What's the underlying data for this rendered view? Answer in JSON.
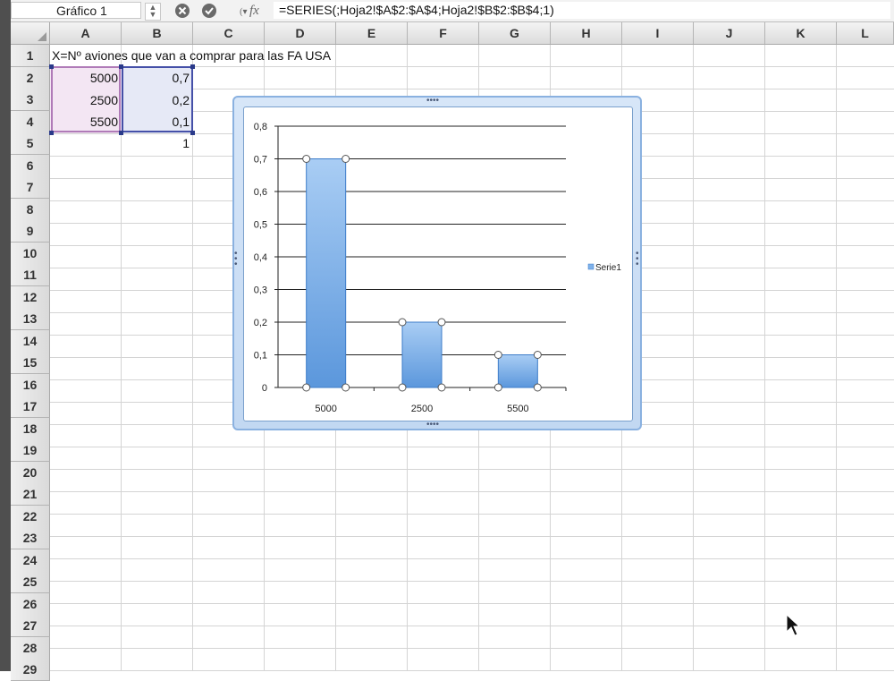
{
  "formula_bar": {
    "name_box": "Gráfico 1",
    "fx_label": "fx",
    "formula": "=SERIES(;Hoja2!$A$2:$A$4;Hoja2!$B$2:$B$4;1)"
  },
  "columns": [
    "A",
    "B",
    "C",
    "D",
    "E",
    "F",
    "G",
    "H",
    "I",
    "J",
    "K",
    "L"
  ],
  "rows": [
    "1",
    "2",
    "3",
    "4",
    "5",
    "6",
    "7",
    "8",
    "9",
    "10",
    "11",
    "12",
    "13",
    "14",
    "15",
    "16",
    "17",
    "18",
    "19",
    "20",
    "21",
    "22",
    "23",
    "24",
    "25",
    "26",
    "27",
    "28",
    "29"
  ],
  "cells": {
    "A1": "X=Nº aviones que van a comprar para las FA USA",
    "A2": "5000",
    "B2": "0,7",
    "A3": "2500",
    "B3": "0,2",
    "A4": "5500",
    "B4": "0,1",
    "B5": "1"
  },
  "chart_data": {
    "type": "bar",
    "categories": [
      "5000",
      "2500",
      "5500"
    ],
    "series": [
      {
        "name": "Serie1",
        "values": [
          0.7,
          0.2,
          0.1
        ]
      }
    ],
    "ylim": [
      0,
      0.8
    ],
    "yticks": [
      "0",
      "0,1",
      "0,2",
      "0,3",
      "0,4",
      "0,5",
      "0,6",
      "0,7",
      "0,8"
    ],
    "legend_position": "right",
    "grid": true,
    "bar_color": "#7fb2ea"
  }
}
